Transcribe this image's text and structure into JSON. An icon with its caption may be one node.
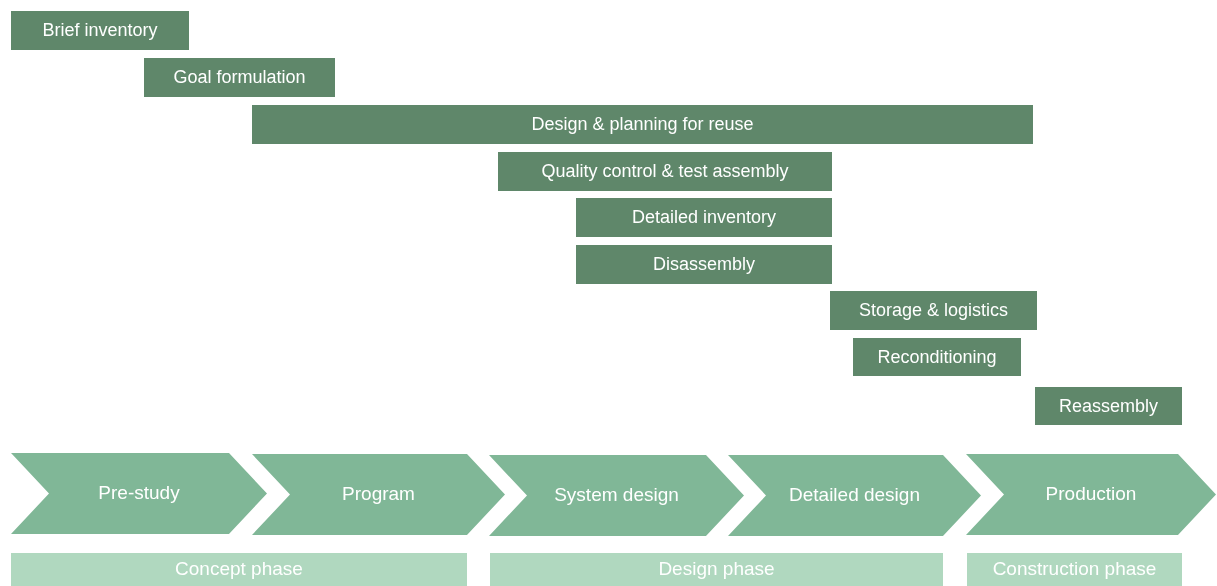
{
  "diagram": {
    "nodes": [
      {
        "text": [
          "Brief inventory"
        ]
      },
      {
        "text": [
          "Goal formulation"
        ]
      },
      {
        "text": [
          "Design & planning for reuse"
        ]
      },
      {
        "text": [
          "Quality control & test assembly"
        ]
      },
      {
        "text": [
          "Detailed inventory"
        ]
      },
      {
        "text": [
          "Disassembly"
        ]
      },
      {
        "text": [
          "Storage & logistics"
        ]
      },
      {
        "text": [
          "Reconditioning"
        ]
      },
      {
        "text": [
          "Reassembly"
        ]
      },
      {
        "text": [
          "Pre-study"
        ]
      },
      {
        "text": [
          "Program"
        ]
      },
      {
        "text": [
          "System design"
        ]
      },
      {
        "text": [
          "Detailed design"
        ]
      },
      {
        "text": [
          "Production"
        ]
      },
      {
        "text": [
          "Concept phase"
        ]
      },
      {
        "text": [
          "Design phase"
        ]
      },
      {
        "text": [
          "Construction phase"
        ]
      }
    ]
  }
}
